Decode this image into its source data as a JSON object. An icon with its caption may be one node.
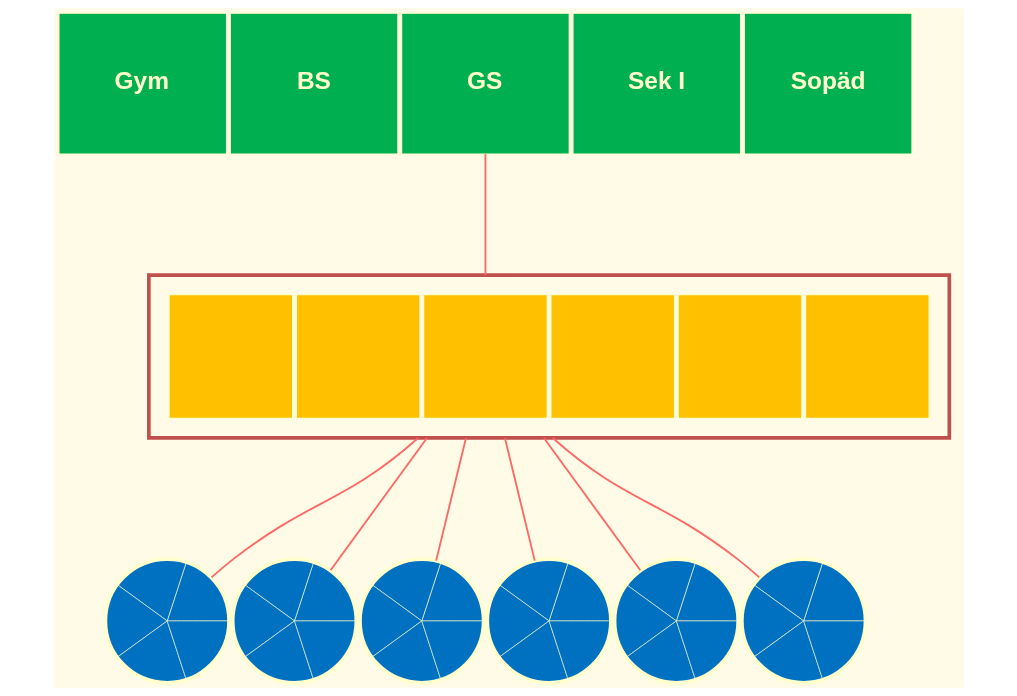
{
  "diagram": {
    "nodes": [
      {
        "text": [
          "Gym"
        ]
      },
      {
        "text": [
          "BS"
        ]
      },
      {
        "text": [
          "GS"
        ]
      },
      {
        "text": [
          "Sek I"
        ]
      },
      {
        "text": [
          "Sopäd"
        ]
      },
      {
        "text": [],
        "shape": "box"
      },
      {
        "text": [],
        "shape": "box",
        "in": 5
      },
      {
        "text": [],
        "shape": "box",
        "in": 5
      },
      {
        "text": [],
        "shape": "box",
        "in": 5
      },
      {
        "text": [],
        "shape": "box",
        "in": 5
      },
      {
        "text": [],
        "shape": "box",
        "in": 5
      },
      {
        "text": [],
        "shape": "box",
        "in": 5
      },
      {
        "text": [],
        "shape": "circle"
      },
      {
        "text": [],
        "shape": "circle"
      },
      {
        "text": [],
        "shape": "circle"
      },
      {
        "text": [],
        "shape": "circle"
      },
      {
        "text": [],
        "shape": "circle"
      },
      {
        "text": [],
        "shape": "circle"
      }
    ],
    "edges": [
      {
        "from": 2,
        "to": 5,
        "arrow": "none"
      },
      {
        "from": 5,
        "to": 12,
        "arrow": "none"
      },
      {
        "from": 5,
        "to": 13,
        "arrow": "none"
      },
      {
        "from": 5,
        "to": 14,
        "arrow": "none"
      },
      {
        "from": 5,
        "to": 15,
        "arrow": "none"
      },
      {
        "from": 5,
        "to": 16,
        "arrow": "none"
      },
      {
        "from": 5,
        "to": 17,
        "arrow": "none"
      }
    ]
  }
}
